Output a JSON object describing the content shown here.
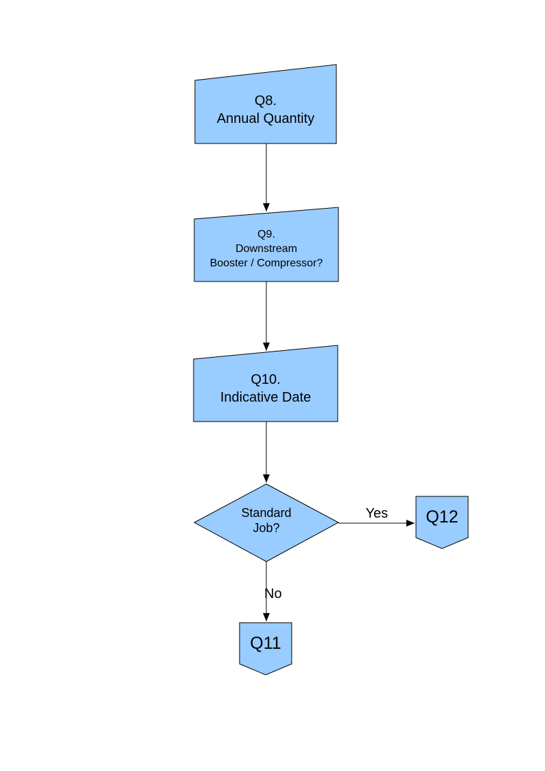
{
  "document": {
    "background": "#FFFFFF"
  },
  "colors": {
    "shape_fill": "#99CCFF",
    "shape_border": "#000000",
    "arrow": "#000000",
    "text": "#000000"
  },
  "flowchart": {
    "nodes": {
      "q8": {
        "shape": "manual-input",
        "lines": [
          "Q8.",
          "Annual Quantity"
        ]
      },
      "q9": {
        "shape": "manual-input",
        "lines": [
          "Q9.",
          "Downstream",
          "Booster / Compressor?"
        ]
      },
      "q10": {
        "shape": "manual-input",
        "lines": [
          "Q10.",
          "Indicative Date"
        ]
      },
      "standard_job": {
        "shape": "decision",
        "lines": [
          "Standard",
          "Job?"
        ]
      },
      "q12": {
        "shape": "off-page-connector",
        "label": "Q12"
      },
      "q11": {
        "shape": "off-page-connector",
        "label": "Q11"
      }
    },
    "edges": [
      {
        "from": "q8",
        "to": "q9",
        "label": ""
      },
      {
        "from": "q9",
        "to": "q10",
        "label": ""
      },
      {
        "from": "q10",
        "to": "standard_job",
        "label": ""
      },
      {
        "from": "standard_job",
        "to": "q12",
        "label": "Yes"
      },
      {
        "from": "standard_job",
        "to": "q11",
        "label": "No"
      }
    ]
  }
}
